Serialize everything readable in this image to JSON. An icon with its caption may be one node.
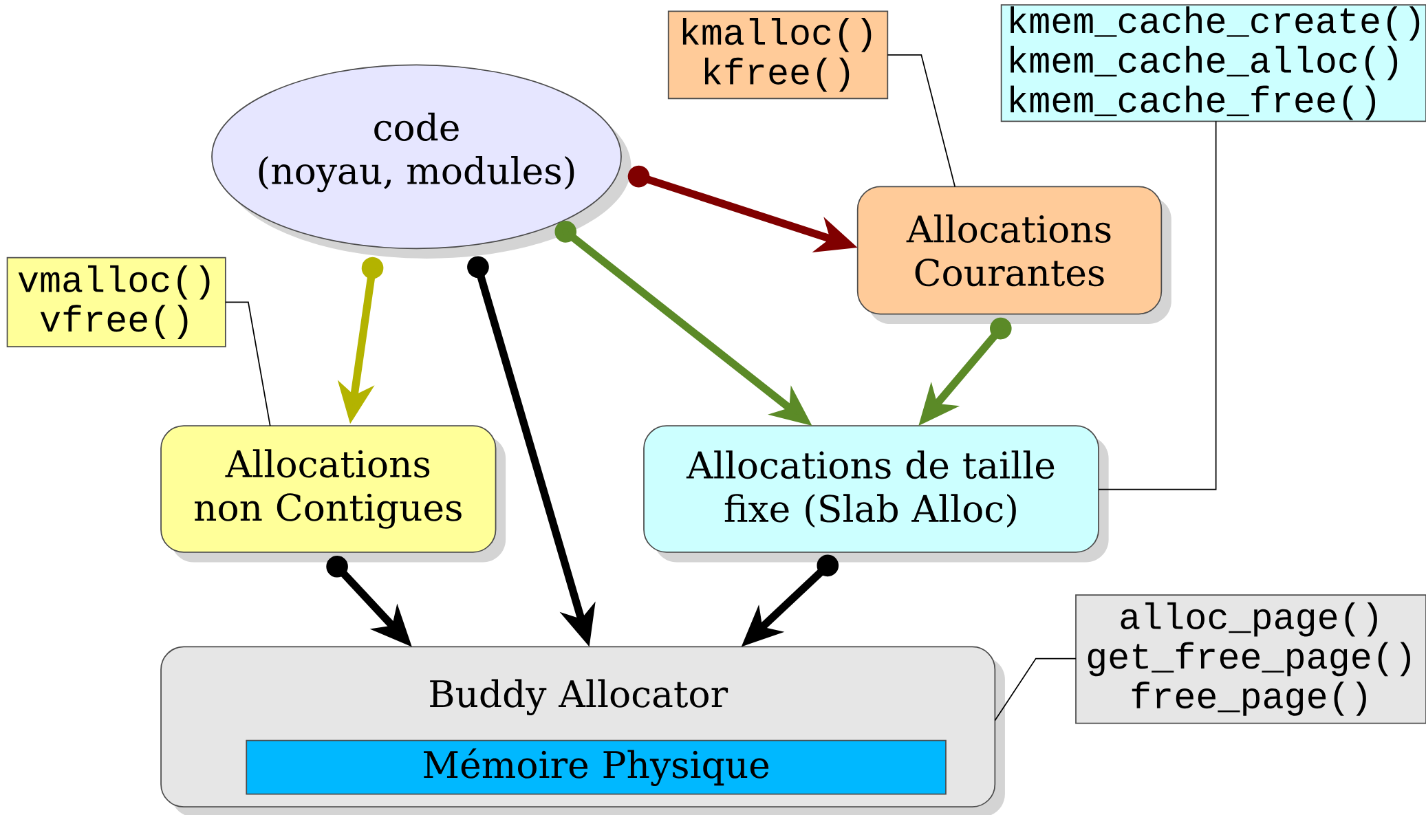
{
  "diagram": {
    "nodes": [
      {
        "text": [
          "code (noyau, modules)"
        ]
      },
      {
        "text": [
          "Allocations Courantes"
        ]
      },
      {
        "text": [
          "Allocations non Contigues"
        ]
      },
      {
        "text": [
          "Allocations de taille fixe (Slab Alloc)"
        ]
      },
      {
        "text": [
          "Buddy Allocator"
        ]
      },
      {
        "text": [
          "Mémoire Physique"
        ],
        "in": 4
      },
      {
        "text": [
          "kmalloc() kfree()"
        ]
      },
      {
        "text": [
          "kmem_cache_create() kmem_cache_alloc() kmem_cache_free()"
        ]
      },
      {
        "text": [
          "vmalloc() vfree()"
        ]
      },
      {
        "text": [
          "alloc_page() get_free_page() free_page()"
        ]
      }
    ],
    "edges": [
      {
        "from": 0,
        "to": 1,
        "arrow": "to",
        "color": "#800000"
      },
      {
        "from": 0,
        "to": 2,
        "arrow": "to",
        "color": "#b3b300"
      },
      {
        "from": 0,
        "to": 4,
        "arrow": "to"
      },
      {
        "from": 0,
        "to": 3,
        "arrow": "to",
        "color": "#5b8a27"
      },
      {
        "from": 1,
        "to": 3,
        "arrow": "to",
        "color": "#5b8a27"
      },
      {
        "from": 2,
        "to": 4,
        "arrow": "to"
      },
      {
        "from": 3,
        "to": 4,
        "arrow": "to"
      },
      {
        "from": 6,
        "to": 1,
        "arrow": "none"
      },
      {
        "from": 7,
        "to": 3,
        "arrow": "none"
      },
      {
        "from": 8,
        "to": 2,
        "arrow": "none"
      },
      {
        "from": 9,
        "to": 4,
        "arrow": "none"
      }
    ]
  }
}
